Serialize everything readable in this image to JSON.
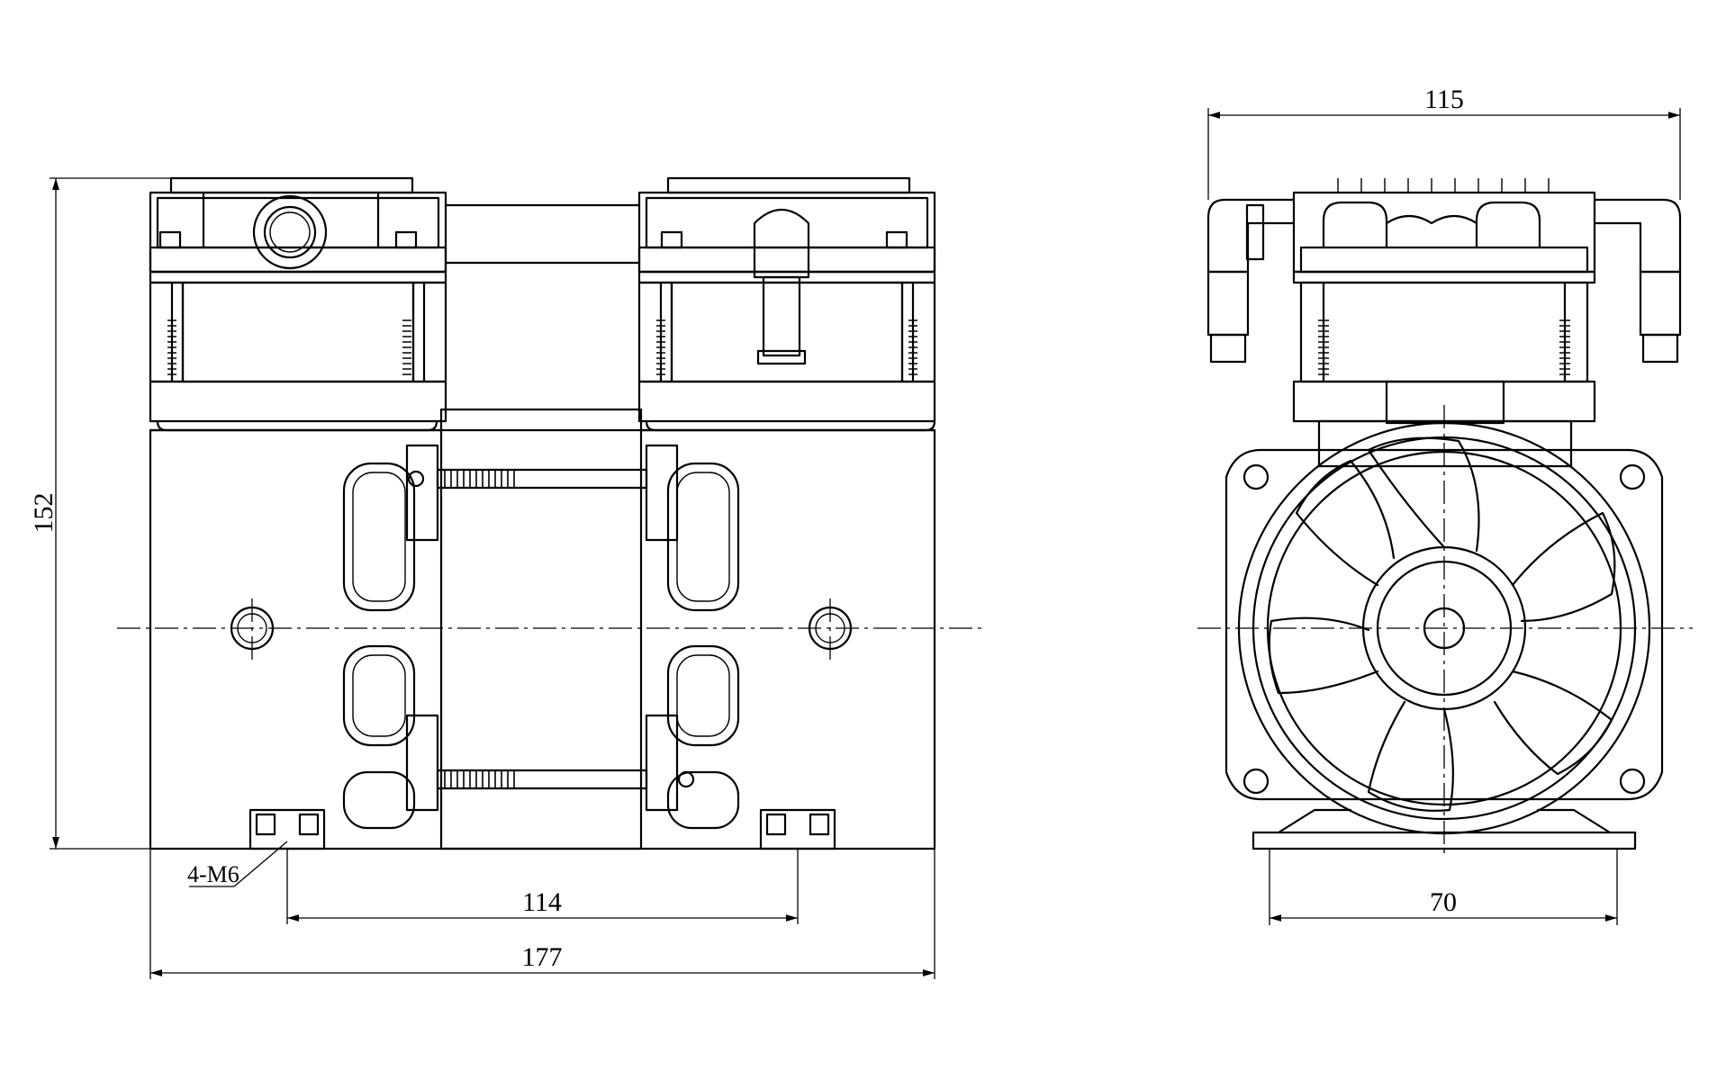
{
  "dimensions": {
    "height_overall": "152",
    "width_overall": "177",
    "mount_spacing": "114",
    "end_width": "115",
    "foot_spacing": "70",
    "mount_callout": "4-M6"
  }
}
